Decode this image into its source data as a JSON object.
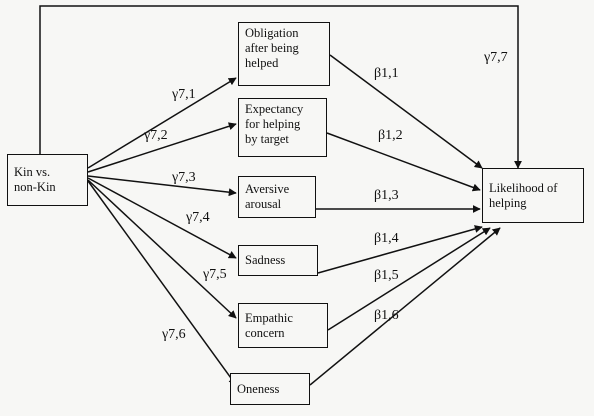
{
  "nodes": {
    "kin": "Kin vs.\nnon-Kin",
    "obligation": "Obligation\nafter being\nhelped",
    "expectancy": "Expectancy\nfor helping\nby target",
    "aversive": "Aversive\narousal",
    "sadness": "Sadness",
    "empathic": "Empathic\nconcern",
    "oneness": "Oneness",
    "likelihood": "Likelihood of\nhelping"
  },
  "paths": {
    "g71": "γ7,1",
    "g72": "γ7,2",
    "g73": "γ7,3",
    "g74": "γ7,4",
    "g75": "γ7,5",
    "g76": "γ7,6",
    "g77": "γ7,7",
    "b11": "β1,1",
    "b12": "β1,2",
    "b13": "β1,3",
    "b14": "β1,4",
    "b15": "β1,5",
    "b16": "β1,6"
  }
}
